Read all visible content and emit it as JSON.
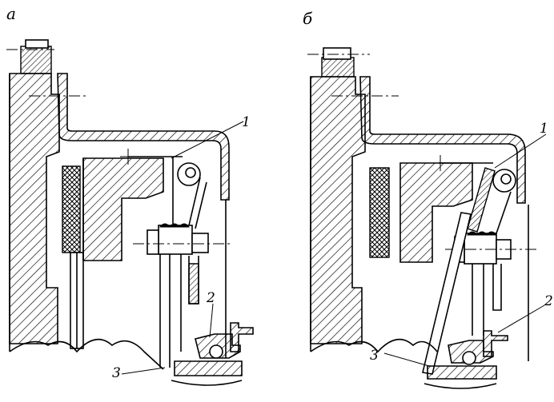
{
  "figure": {
    "panels": [
      {
        "id": "a",
        "label": "а"
      },
      {
        "id": "b",
        "label": "б"
      }
    ],
    "callouts": {
      "part1": "1",
      "part2": "2",
      "part3": "3"
    }
  }
}
